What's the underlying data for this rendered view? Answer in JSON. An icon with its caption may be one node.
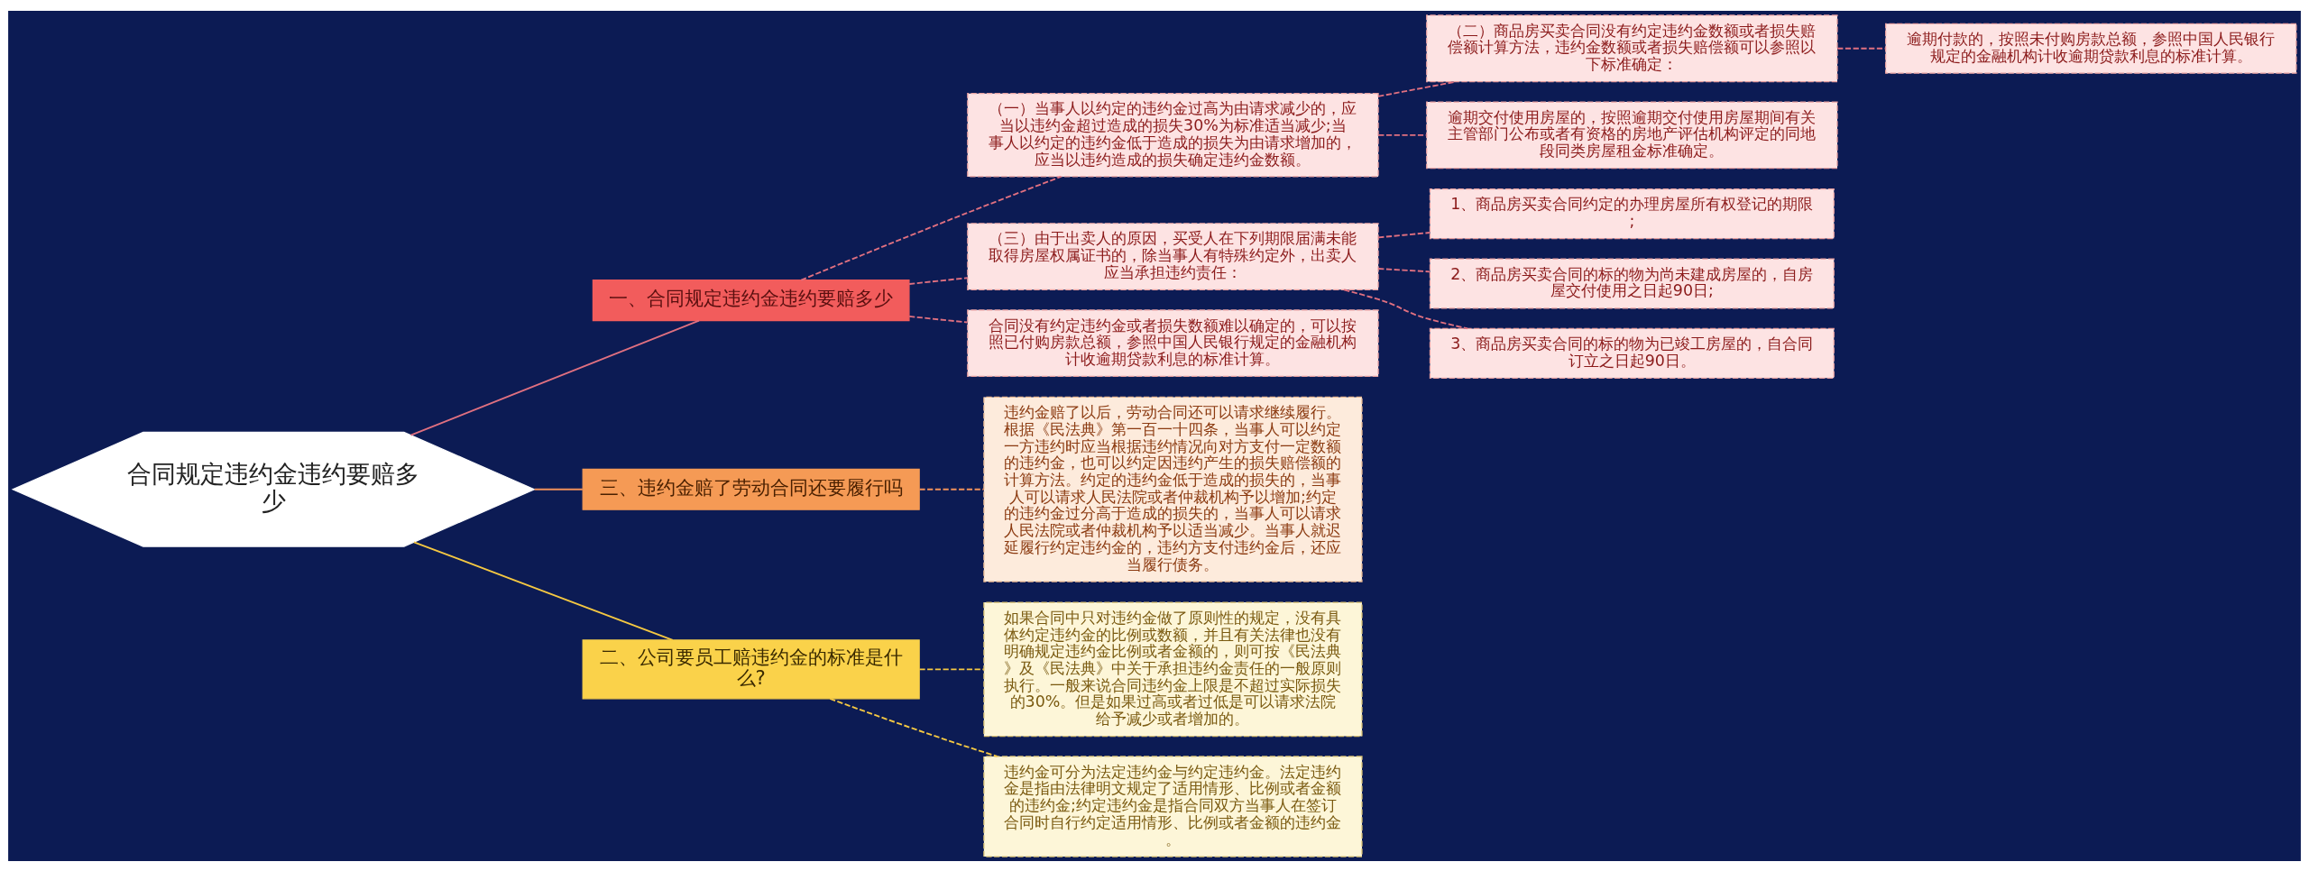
{
  "diagram": {
    "nodes": [
      {
        "text": [
          "合同规定违约金违约要赔多少"
        ]
      },
      {
        "text": [
          "一、合同规定违约金违约要赔多少"
        ]
      },
      {
        "text": [
          "（一）当事人以约定的违约金过高为由请求减少的，应当以违约金超过造成的损失30%为标准适当减少;当事人以约定的违约金低于造成的损失为由请求增加的，应当以违约造成的损失确定违约金数额。"
        ]
      },
      {
        "text": [
          "（二）商品房买卖合同没有约定违约金数额或者损失赔偿额计算方法，违约金数额或者损失赔偿额可以参照以下标准确定："
        ]
      },
      {
        "text": [
          "逾期付款的，按照未付购房款总额，参照中国人民银行规定的金融机构计收逾期贷款利息的标准计算。"
        ]
      },
      {
        "text": [
          "逾期交付使用房屋的，按照逾期交付使用房屋期间有关主管部门公布或者有资格的房地产评估机构评定的同地段同类房屋租金标准确定。"
        ]
      },
      {
        "text": [
          "（三）由于出卖人的原因，买受人在下列期限届满未能取得房屋权属证书的，除当事人有特殊约定外，出卖人应当承担违约责任："
        ]
      },
      {
        "text": [
          "1、商品房买卖合同约定的办理房屋所有权登记的期限;"
        ]
      },
      {
        "text": [
          "2、商品房买卖合同的标的物为尚未建成房屋的，自房屋交付使用之日起90日;"
        ]
      },
      {
        "text": [
          "3、商品房买卖合同的标的物为已竣工房屋的，自合同订立之日起90日。"
        ]
      },
      {
        "text": [
          "合同没有约定违约金或者损失数额难以确定的，可以按照已付购房款总额，参照中国人民银行规定的金融机构计收逾期贷款利息的标准计算。"
        ]
      },
      {
        "text": [
          "三、违约金赔了劳动合同还要履行吗"
        ]
      },
      {
        "text": [
          "违约金赔了以后，劳动合同还可以请求继续履行。根据《民法典》第一百一十四条，当事人可以约定一方违约时应当根据违约情况向对方支付一定数额的违约金，也可以约定因违约产生的损失赔偿额的计算方法。约定的违约金低于造成的损失的，当事人可以请求人民法院或者仲裁机构予以增加;约定的违约金过分高于造成的损失的，当事人可以请求人民法院或者仲裁机构予以适当减少。当事人就迟延履行约定违约金的，违约方支付违约金后，还应当履行债务。"
        ]
      },
      {
        "text": [
          "二、公司要员工赔违约金的标准是什么?"
        ]
      },
      {
        "text": [
          "如果合同中只对违约金做了原则性的规定，没有具体约定违约金的比例或数额，并且有关法律也没有明确规定违约金比例或者金额的，则可按《民法典》及《民法典》中关于承担违约金责任的一般原则执行。一般来说合同违约金上限是不超过实际损失的30%。但是如果过高或者过低是可以请求法院给予减少或者增加的。"
        ]
      },
      {
        "text": [
          "违约金可分为法定违约金与约定违约金。法定违约金是指由法律明文规定了适用情形、比例或者金额的违约金;约定违约金是指合同双方当事人在签订合同时自行约定适用情形、比例或者金额的违约金。"
        ]
      }
    ],
    "edges": [
      {
        "from": 0,
        "to": 1,
        "arrow": "none"
      },
      {
        "from": 1,
        "to": 2,
        "arrow": "none",
        "style": "dashed"
      },
      {
        "from": 2,
        "to": 3,
        "arrow": "none",
        "style": "dashed"
      },
      {
        "from": 3,
        "to": 4,
        "arrow": "none",
        "style": "dashed"
      },
      {
        "from": 2,
        "to": 5,
        "arrow": "none",
        "style": "dashed"
      },
      {
        "from": 1,
        "to": 6,
        "arrow": "none",
        "style": "dashed"
      },
      {
        "from": 6,
        "to": 7,
        "arrow": "none",
        "style": "dashed"
      },
      {
        "from": 6,
        "to": 8,
        "arrow": "none",
        "style": "dashed"
      },
      {
        "from": 6,
        "to": 9,
        "arrow": "none",
        "style": "dashed"
      },
      {
        "from": 1,
        "to": 10,
        "arrow": "none",
        "style": "dashed"
      },
      {
        "from": 0,
        "to": 11,
        "arrow": "none",
        "color": "#f0915a"
      },
      {
        "from": 11,
        "to": 12,
        "arrow": "none",
        "style": "dashed",
        "color": "#f0915a"
      },
      {
        "from": 0,
        "to": 13,
        "arrow": "none",
        "color": "#f5c842"
      },
      {
        "from": 13,
        "to": 14,
        "arrow": "none",
        "style": "dashed",
        "color": "#f5c842"
      },
      {
        "from": 13,
        "to": 15,
        "arrow": "none",
        "style": "dashed",
        "color": "#f5c842"
      }
    ]
  }
}
